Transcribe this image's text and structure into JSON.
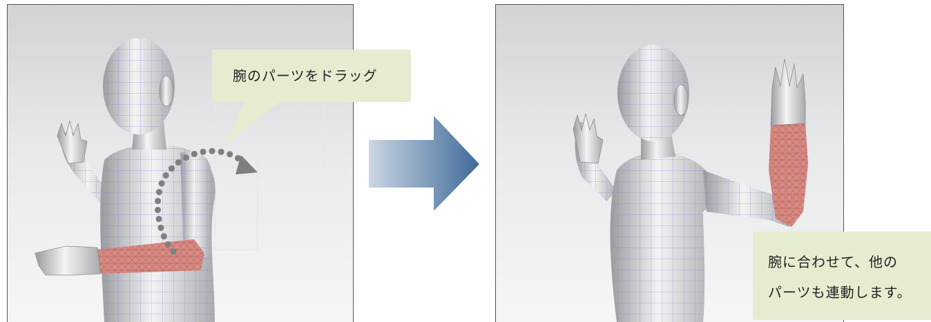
{
  "callouts": {
    "drag": "腕のパーツをドラッグ",
    "linked_line1": "腕に合わせて、他の",
    "linked_line2": "パーツも連動します。"
  },
  "colors": {
    "callout_bg": "#e6ecd0",
    "arrow_light": "#cbd6e3",
    "arrow_dark": "#3f6a99",
    "selected_part": "#d98b84",
    "wireframe": "#7b7fd8"
  },
  "icons": {
    "drag_path": "dotted-curved-arrow-icon",
    "transition": "right-arrow-icon"
  }
}
